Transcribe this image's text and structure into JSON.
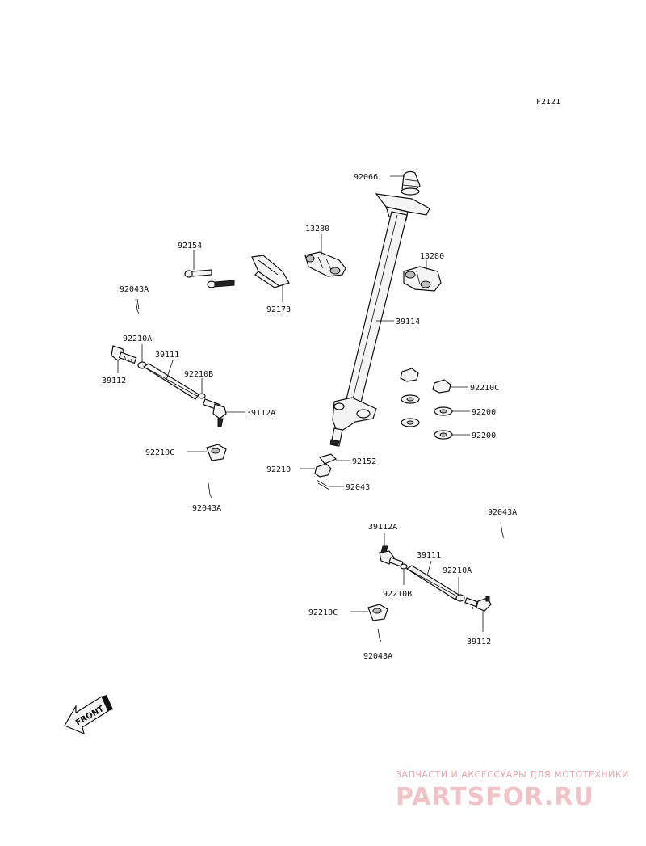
{
  "figure_code": "F2121",
  "labels": {
    "l92066": "92066",
    "l13280a": "13280",
    "l92154": "92154",
    "l13280b": "13280",
    "l92173": "92173",
    "l92043a_1": "92043A",
    "l39114": "39114",
    "l92210a_1": "92210A",
    "l39111_1": "39111",
    "l39112_1": "39112",
    "l92210b_1": "92210B",
    "l39112a_1": "39112A",
    "l92210c_1": "92210C",
    "l92200_1": "92200",
    "l92200_2": "92200",
    "l92210c_2": "92210C",
    "l92210": "92210",
    "l92152": "92152",
    "l92043": "92043",
    "l92043a_2": "92043A",
    "l92043a_3": "92043A",
    "l39112a_2": "39112A",
    "l39111_2": "39111",
    "l92210a_2": "92210A",
    "l92210b_2": "92210B",
    "l92210c_3": "92210C",
    "l39112_2": "39112",
    "l92043a_4": "92043A"
  },
  "front_arrow": "FRONT",
  "watermark": {
    "tagline": "ЗАПЧАСТИ И АКСЕССУАРЫ ДЛЯ МОТОТЕХНИКИ",
    "logo": "PARTSFOR.RU"
  }
}
